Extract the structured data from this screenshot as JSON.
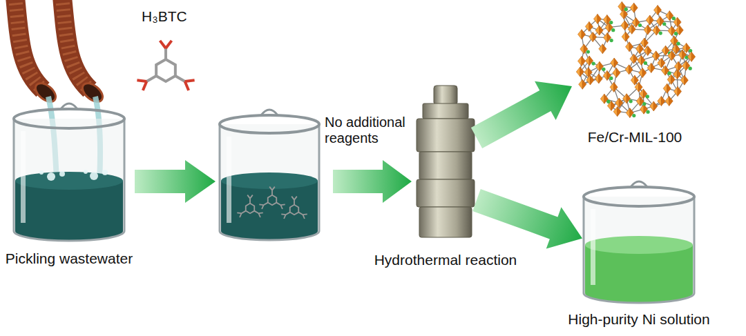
{
  "diagram": {
    "nodes": [
      {
        "text": [
          "Pickling wastewater"
        ]
      },
      {
        "text": [
          "Hydrothermal reaction"
        ]
      },
      {
        "text": [
          "Fe/Cr-MIL-100"
        ]
      },
      {
        "text": [
          "High-purity Ni solution"
        ]
      }
    ],
    "edges": [
      {
        "from": 1,
        "to": 2,
        "arrow": "to"
      },
      {
        "from": 1,
        "to": 3,
        "arrow": "to"
      }
    ],
    "labels": [
      "H₃BTC",
      "No additional reagents"
    ]
  }
}
